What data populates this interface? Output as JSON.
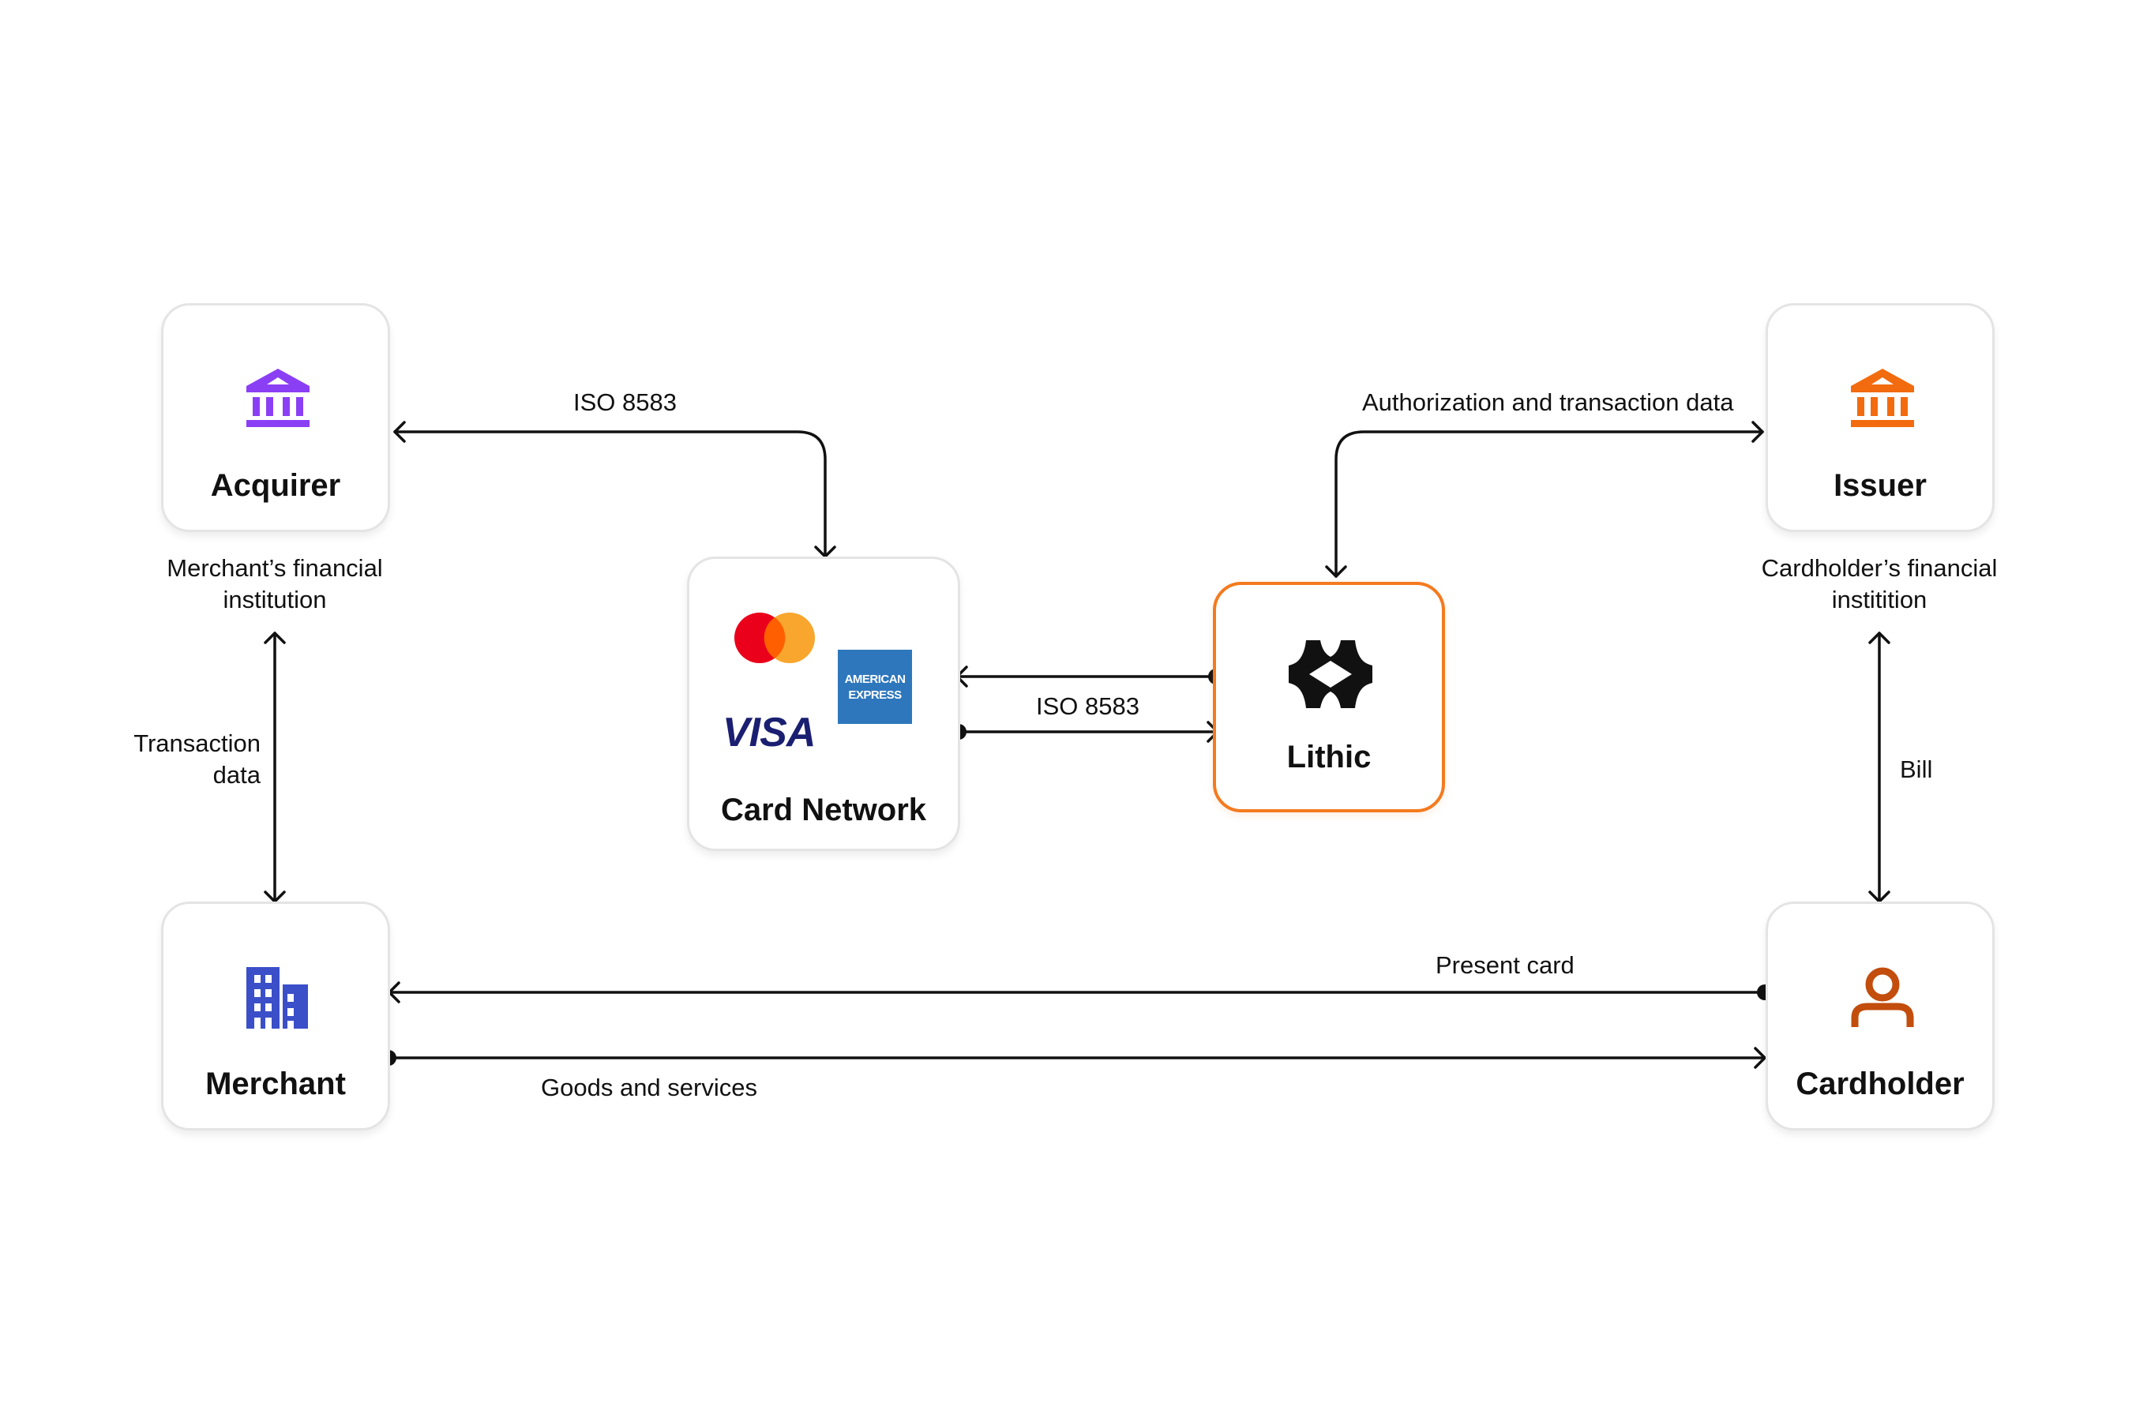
{
  "nodes": {
    "acquirer": {
      "title": "Acquirer",
      "caption_line1": "Merchant’s financial",
      "caption_line2": "institution"
    },
    "issuer": {
      "title": "Issuer",
      "caption_line1": "Cardholder’s financial",
      "caption_line2": "institition"
    },
    "merchant": {
      "title": "Merchant"
    },
    "cardholder": {
      "title": "Cardholder"
    },
    "card_network": {
      "title": "Card Network",
      "amex_line1": "AMERICAN",
      "amex_line2": "EXPRESS",
      "visa": "VISA"
    },
    "lithic": {
      "title": "Lithic"
    }
  },
  "edges": {
    "acquirer_network": "ISO 8583",
    "network_lithic": "ISO 8583",
    "lithic_issuer": "Authorization and transaction data",
    "acquirer_merchant_line1": "Transaction",
    "acquirer_merchant_line2": "data",
    "issuer_cardholder": "Bill",
    "present_card": "Present card",
    "goods_services": "Goods and services"
  },
  "colors": {
    "acquirer_icon": "#8b3ff5",
    "issuer_icon": "#f26b0f",
    "merchant_icon": "#3b4fc9",
    "cardholder_icon": "#c24d0d",
    "lithic_border": "#f47a1f",
    "mastercard_red": "#eb001b",
    "mastercard_orange": "#f79e1b",
    "amex_blue": "#2e77bc",
    "visa_blue": "#1a1f71"
  },
  "icons": {
    "acquirer": "bank-icon",
    "issuer": "bank-icon",
    "merchant": "building-icon",
    "cardholder": "user-icon",
    "lithic": "lithic-logo-icon"
  }
}
